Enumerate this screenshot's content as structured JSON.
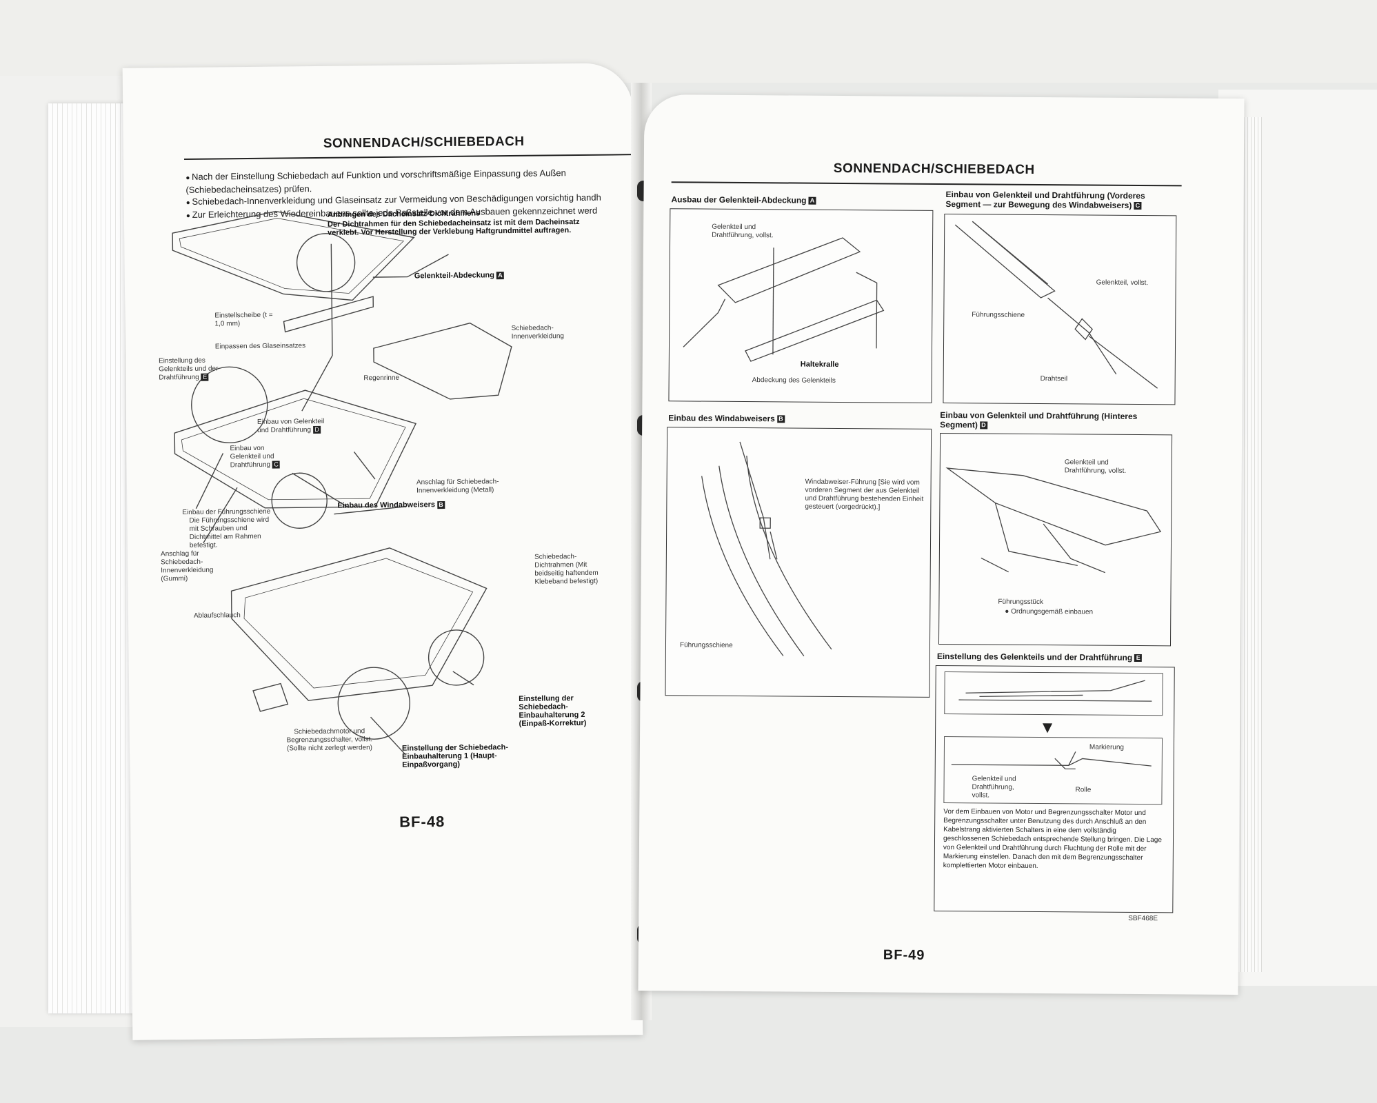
{
  "left_page": {
    "title": "SONNENDACH/SCHIEBEDACH",
    "bullets": [
      "Nach der Einstellung Schiebedach auf Funktion und vorschriftsmäßige Einpassung des Außen (Schiebedacheinsatzes) prüfen.",
      "Schiebedach-Innenverkleidung und Glaseinsatz zur Vermeidung von Beschädigungen vorsichtig handh",
      "Zur Erleichterung des Wiedereinbauens sollte jede Paßstelle vor dem Ausbauen gekennzeichnet werd"
    ],
    "labels": {
      "dichtrahmen_title": "Anbringen des Dacheinsatz-Dichtrahmens",
      "dichtrahmen_text": "Der Dichtrahmen für den Schiebedacheinsatz ist mit dem Dacheinsatz verklebt. Vor Herstellung der Verklebung Haftgrundmittel auftragen.",
      "gelenkteil_abdeckung": "Gelenkteil-Abdeckung",
      "einstellscheibe": "Einstellscheibe (t = 1,0 mm)",
      "einpassen": "Einpassen des Glaseinsatzes",
      "innenverkleidung": "Schiebedach-Innenverkleidung",
      "einstellung_e": "Einstellung des Gelenkteils und der Drahtführung",
      "regenrinne": "Regenrinne",
      "einbau_d": "Einbau von Gelenkteil und Drahtführung",
      "einbau_c": "Einbau von Gelenkteil und Drahtführung",
      "anschlag_metall": "Anschlag für Schiebedach-Innenverkleidung (Metall)",
      "windabweiser": "Einbau des Windabweisers",
      "fuehrungsschiene_title": "Einbau der Führungsschiene",
      "fuehrungsschiene_text": "Die Führungsschiene wird mit Schrauben und Dichtmittel am Rahmen befestigt.",
      "anschlag_gummi": "Anschlag für Schiebedach-Innenverkleidung (Gummi)",
      "dichtrahmen2": "Schiebedach-Dichtrahmen (Mit beidseitig haftendem Klebeband befestigt)",
      "ablaufschlauch": "Ablaufschlauch",
      "motor": "Schiebedachmotor und Begrenzungsschalter, vollst. (Sollte nicht zerlegt werden)",
      "halterung2": "Einstellung der Schiebedach-Einbauhalterung 2 (Einpaß-Korrektur)",
      "halterung1": "Einstellung der Schiebedach-Einbauhalterung 1 (Haupt-Einpaßvorgang)"
    },
    "badges": {
      "a": "A",
      "b": "B",
      "c": "C",
      "d": "D",
      "e": "E"
    },
    "page_number": "BF-48"
  },
  "right_page": {
    "title": "SONNENDACH/SCHIEBEDACH",
    "sections": {
      "a_title": "Ausbau der Gelenkteil-Abdeckung",
      "a_label1": "Gelenkteil und Drahtführung, vollst.",
      "a_label2": "Haltekralle",
      "a_label3": "Abdeckung des Gelenkteils",
      "c_title": "Einbau von Gelenkteil und Drahtführung (Vorderes Segment — zur Bewegung des Windabweisers)",
      "c_label1": "Gelenkteil, vollst.",
      "c_label2": "Führungsschiene",
      "c_label3": "Drahtseil",
      "b_title": "Einbau des Windabweisers",
      "b_label1": "Windabweiser-Führung [Sie wird vom vorderen Segment der aus Gelenkteil und Drahtführung bestehenden Einheit gesteuert (vorgedrückt).]",
      "b_label2": "Führungsschiene",
      "d_title": "Einbau von Gelenkteil und Drahtführung (Hinteres Segment)",
      "d_label1": "Gelenkteil und Drahtführung, vollst.",
      "d_label2": "Führungsstück",
      "d_label3": "Ordnungsgemäß einbauen",
      "e_title": "Einstellung des Gelenkteils und der Drahtführung",
      "e_label1": "Markierung",
      "e_label2": "Gelenkteil und Drahtführung, vollst.",
      "e_label3": "Rolle",
      "e_caption": "Vor dem Einbauen von Motor und Begrenzungsschalter Motor und Begrenzungsschalter unter Benutzung des durch Anschluß an den Kabelstrang aktivierten Schalters in eine dem vollständig geschlossenen Schiebedach entsprechende Stellung bringen. Die Lage von Gelenkteil und Drahtführung durch Fluchtung der Rolle mit der Markierung einstellen. Danach den mit dem Begrenzungsschalter komplettierten Motor einbauen.",
      "ref": "SBF468E"
    },
    "page_number": "BF-49"
  }
}
